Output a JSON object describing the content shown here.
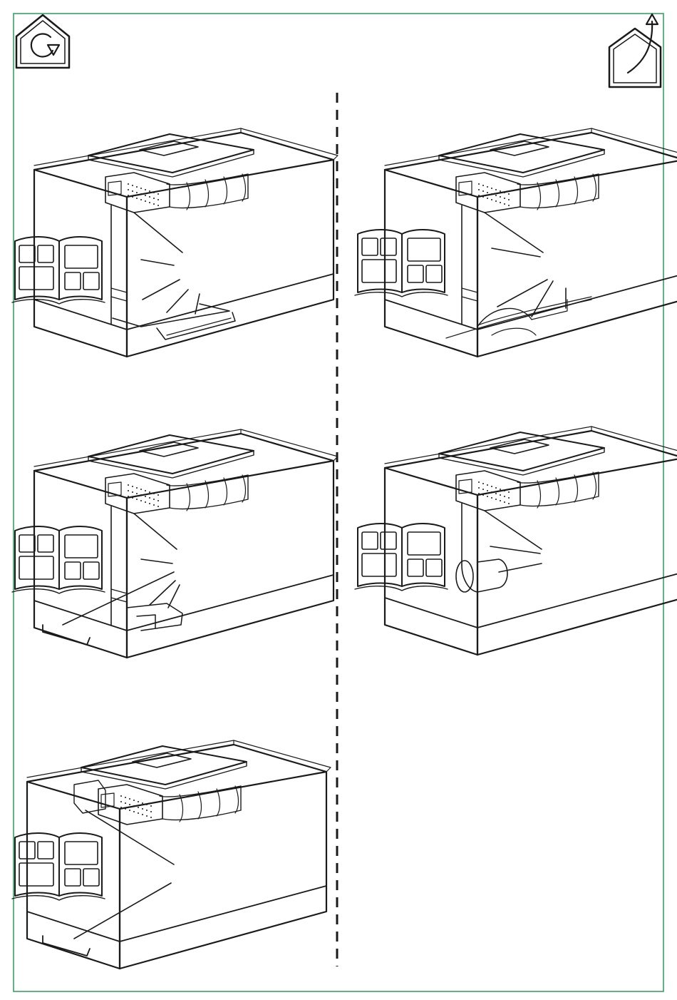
{
  "page": {
    "frame_color": "#2e9a5a",
    "ink_color": "#1a1a1a",
    "background": "#ffffff"
  },
  "header": {
    "left_icon": "recirculation-house-icon",
    "right_icon": "extraction-house-icon"
  },
  "panels": [
    {
      "id": "recirc-1",
      "variant": "recirculation-plinth-floor-duct",
      "manual_icon": "instruction-book-icon"
    },
    {
      "id": "recirc-2",
      "variant": "recirculation-plinth-front-vent",
      "manual_icon": "instruction-book-icon"
    },
    {
      "id": "recirc-3",
      "variant": "recirculation-rear-filter",
      "manual_icon": "instruction-book-icon"
    },
    {
      "id": "extract-1",
      "variant": "extraction-floor-duct",
      "manual_icon": "instruction-book-icon"
    },
    {
      "id": "extract-2",
      "variant": "extraction-rear-outlet",
      "manual_icon": "instruction-book-icon"
    }
  ]
}
